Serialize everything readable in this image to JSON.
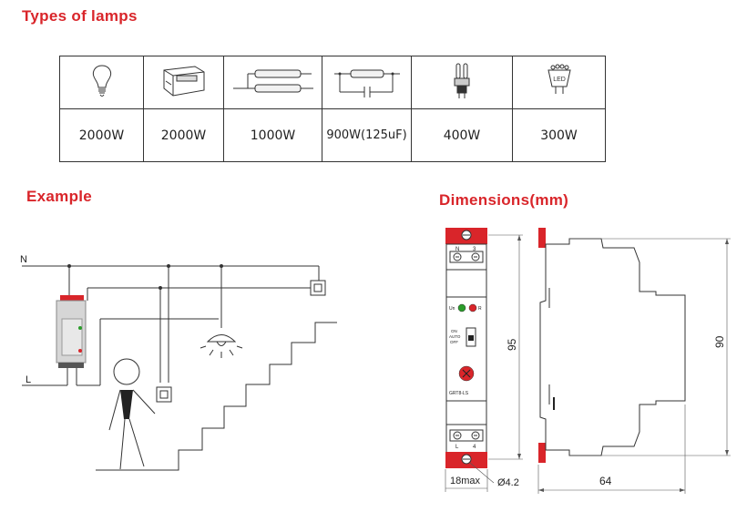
{
  "headings": {
    "types_of_lamps": "Types of lamps",
    "example": "Example",
    "dimensions": "Dimensions(mm)"
  },
  "lamps": [
    {
      "icon": "incandescent-bulb-icon",
      "power": "2000W"
    },
    {
      "icon": "halogen-lamp-icon",
      "power": "2000W"
    },
    {
      "icon": "fluorescent-tube-icon",
      "power": "1000W"
    },
    {
      "icon": "compensated-fluorescent-icon",
      "power": "900W(125uF)"
    },
    {
      "icon": "compact-fluorescent-icon",
      "power": "400W"
    },
    {
      "icon": "led-lamp-icon",
      "power": "300W"
    }
  ],
  "example": {
    "line_n": "N",
    "line_l": "L"
  },
  "device": {
    "top_terminals": [
      "N",
      "3"
    ],
    "bottom_terminals": [
      "L",
      "4"
    ],
    "led_labels": [
      "Un",
      "R"
    ],
    "switch_labels": [
      "ON",
      "AUTO",
      "OFF"
    ],
    "model": "GRT8-LS"
  },
  "dimensions": {
    "height_inner": "95",
    "height_side": "90",
    "width_front": "18max",
    "hole": "Ø4.2",
    "depth": "64"
  },
  "colors": {
    "heading": "#d9252a",
    "clip_red": "#d9252a"
  }
}
